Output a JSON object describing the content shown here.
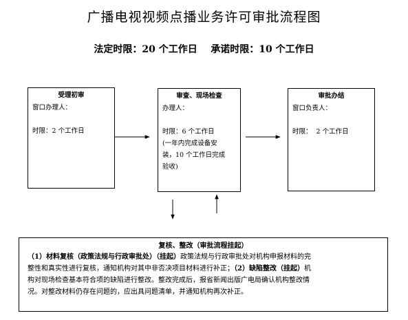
{
  "title": "广播电视视频点播业务许可审批流程图",
  "subtitle": {
    "statutory": "法定时限：20 个工作日",
    "promised": "承诺时限：10 个工作日"
  },
  "steps": [
    {
      "title": "受理初审",
      "lines": [
        "窗口办理人：",
        "",
        "时限：2 个工作日"
      ]
    },
    {
      "title": "审查、现场检查",
      "lines": [
        "办理人：",
        "",
        "时限：6 个工作日",
        "(一年内完成设备安",
        "装，10 个工作日完成",
        "验收)"
      ]
    },
    {
      "title": "审批办结",
      "lines": [
        "窗口负责人：",
        "",
        "时限：  2 个工作日"
      ]
    }
  ],
  "rectification": {
    "title": "复核、整改（审批流程挂起）",
    "line1": {
      "bold": "（1）材料复核（政策法规与行政审批处）（挂起）",
      "text": "政策法规与行政审批处对机构申报材料的完"
    },
    "line2": {
      "text": "整性和真实性进行复核，通知机构对其中非否决项目材料进行补正；",
      "bold": "（2）缺陷整改（挂起）",
      "tail": "机"
    },
    "line3": "构对现场检查基本符合项的缺陷进行整改。整改完成后，报省新闻出版广电局确认机构整改情",
    "line4": "况。对整改材料仍存在问题的，应出具问题清单，并通知机构再次补正。"
  }
}
